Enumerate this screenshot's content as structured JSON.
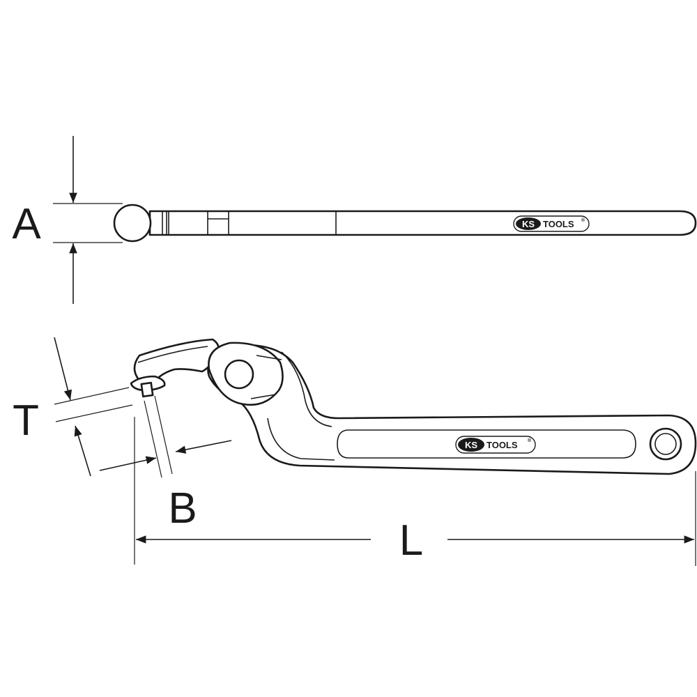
{
  "dimensions": {
    "a_label": "A",
    "t_label": "T",
    "b_label": "B",
    "l_label": "L"
  },
  "logo": {
    "ks_text": "KS",
    "tools_text": "TOOLS",
    "registered": "®"
  },
  "colors": {
    "line": "#1a1a1a",
    "background": "#ffffff"
  }
}
